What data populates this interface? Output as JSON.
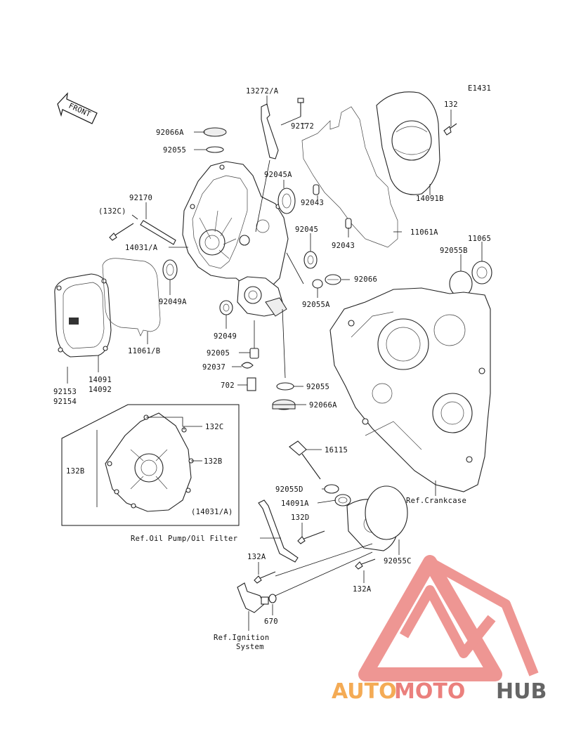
{
  "diagram": {
    "code": "E1431",
    "front_label": "FRONT",
    "labels": {
      "l13272A": "13272/A",
      "l92172": "92172",
      "l132_top": "132",
      "l92066A_top": "92066A",
      "l92055_top": "92055",
      "l92045A": "92045A",
      "l14091B": "14091B",
      "l92043_a": "92043",
      "l11061A": "11061A",
      "l92170": "92170",
      "l132C_paren": "(132C)",
      "l92043_b": "92043",
      "l92055B": "92055B",
      "l11065": "11065",
      "l14031A": "14031/A",
      "l92045": "92045",
      "l92066": "92066",
      "l92049A": "92049A",
      "l92055A": "92055A",
      "l11061B": "11061/B",
      "l92049": "92049",
      "l92005": "92005",
      "l92037": "92037",
      "l14091": "14091",
      "l14092": "14092",
      "l92153": "92153",
      "l92154": "92154",
      "l702": "702",
      "l92055_mid": "92055",
      "l92066A_mid": "92066A",
      "l132C_inset": "132C",
      "l132B_left": "132B",
      "l132B_right": "132B",
      "l14031A_paren": "(14031/A)",
      "l16115": "16115",
      "l92055D": "92055D",
      "l14091A": "14091A",
      "l132D": "132D",
      "lRefCrankcase": "Ref.Crankcase",
      "lRefOilPump": "Ref.Oil Pump/Oil Filter",
      "l132A_left": "132A",
      "l92055C": "92055C",
      "l132A_right": "132A",
      "l670": "670",
      "lRefIgnition1": "Ref.Ignition",
      "lRefIgnition2": "System"
    }
  },
  "watermark": {
    "part1": "AUTO",
    "part2": "MOTO",
    "part3": "HUB",
    "color_auto": "#f3a243",
    "color_moto": "#e9736f",
    "color_hub": "#555555"
  }
}
